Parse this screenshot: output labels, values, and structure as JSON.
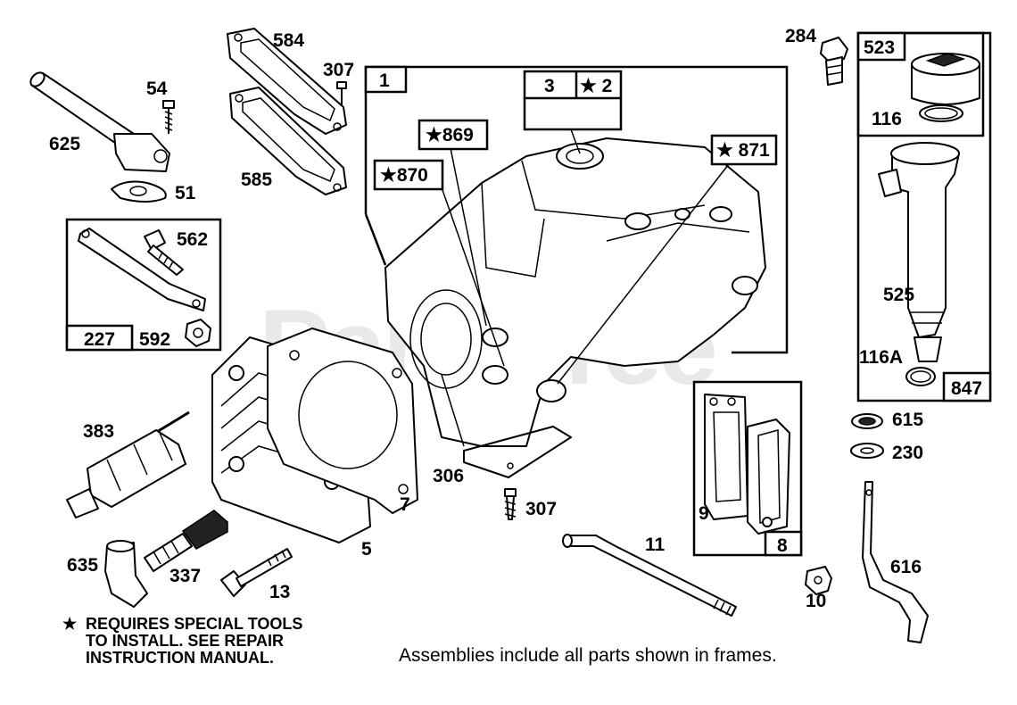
{
  "watermark": "PartsTree",
  "callouts": {
    "p1": "1",
    "p2": "★ 2",
    "p3": "3",
    "p5": "5",
    "p7": "7",
    "p8": "8",
    "p9": "9",
    "p10": "10",
    "p11": "11",
    "p13": "13",
    "p51": "51",
    "p54": "54",
    "p116": "116",
    "p116a": "116A",
    "p227": "227",
    "p230": "230",
    "p284": "284",
    "p306": "306",
    "p307a": "307",
    "p307b": "307",
    "p337": "337",
    "p383": "383",
    "p523": "523",
    "p525": "525",
    "p562": "562",
    "p584": "584",
    "p585": "585",
    "p592": "592",
    "p615": "615",
    "p616": "616",
    "p625": "625",
    "p635": "635",
    "p847": "847",
    "p869": "★869",
    "p870": "★870",
    "p871": "★ 871"
  },
  "notes": {
    "special_star": "★",
    "special_text": "REQUIRES SPECIAL TOOLS\nTO INSTALL.  SEE REPAIR\nINSTRUCTION MANUAL.",
    "assemblies": "Assemblies include all parts shown in frames."
  }
}
